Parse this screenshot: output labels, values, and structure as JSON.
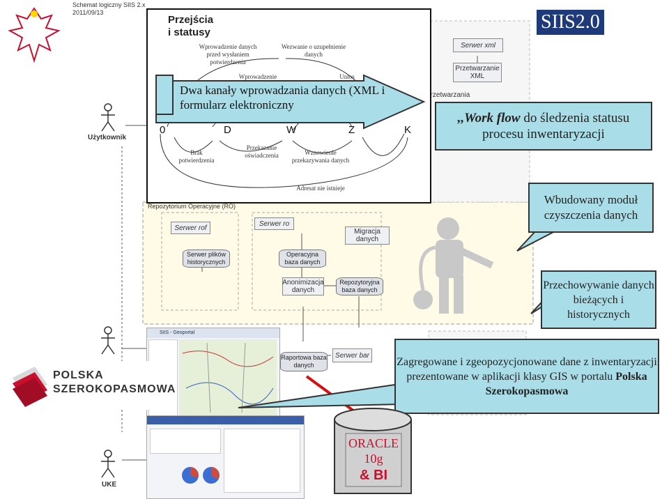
{
  "header": {
    "doc_title": "Schemat logiczny SIIS 2.x",
    "doc_date": "2011/09/13",
    "brand": "SIIS2.0"
  },
  "workflow_panel": {
    "title": "Przejścia i statusy",
    "states": [
      "0",
      "D",
      "W",
      "Z",
      "K"
    ],
    "labels": {
      "entry_before": "Wprowadzenie danych przed wysłaniem potwierdzenia",
      "request": "Wezwanie o uzupełnienie danych",
      "entry_mid": "Wprowadzenie danych",
      "bottom_left": "Brak potwierdzenia",
      "bottom_mid": "Przekazanie oświadczenia",
      "bottom_right": "Wznowienie przekazywania danych",
      "addressee": "Adresat nie istnieje",
      "partial_top": "Unlos"
    }
  },
  "callouts": {
    "channels": "Dwa kanały wprowadzania danych (XML i formularz elektroniczny",
    "workflow_em": ",,Work flow",
    "workflow_rest": " do śledzenia statusu procesu inwentaryzacji",
    "cleaning": "Wbudowany moduł czyszczenia danych",
    "storage": "Przechowywanie danych bieżących i historycznych",
    "gis_pre": "Zagregowane i zgeopozycjonowane  dane z inwentaryzacji prezentowane w aplikacji klasy GIS w portalu ",
    "gis_bold": "Polska Szerokopasmowa"
  },
  "actors": {
    "user": "Użytkownik",
    "uke": "UKE"
  },
  "servers": {
    "xml_server": "Serwer xml",
    "xml_processing": "Przetwarzanie XML",
    "processing_partial": "przetwarzania",
    "repo_title": "Repozytorium Operacyjne (RO)",
    "rof": "Serwer rof",
    "ro": "Serwer ro",
    "migration": "Migracja danych",
    "history_files": "Serwer plików historycznych",
    "operational_db": "Operacyjna baza danych",
    "anonymization": "Anonimizacja danych",
    "repository_db": "Repozytoryjna baza danych",
    "report_db": "Raportowa baza danych",
    "bar_server": "Serwer bar",
    "gis_app_title": "SIIS - Geoportal"
  },
  "oracle": {
    "line1": "ORACLE",
    "line2": "10g",
    "line3": "& BI"
  },
  "logo": {
    "line1": "POLSKA",
    "line2": "SZEROKOPASMOWA"
  }
}
